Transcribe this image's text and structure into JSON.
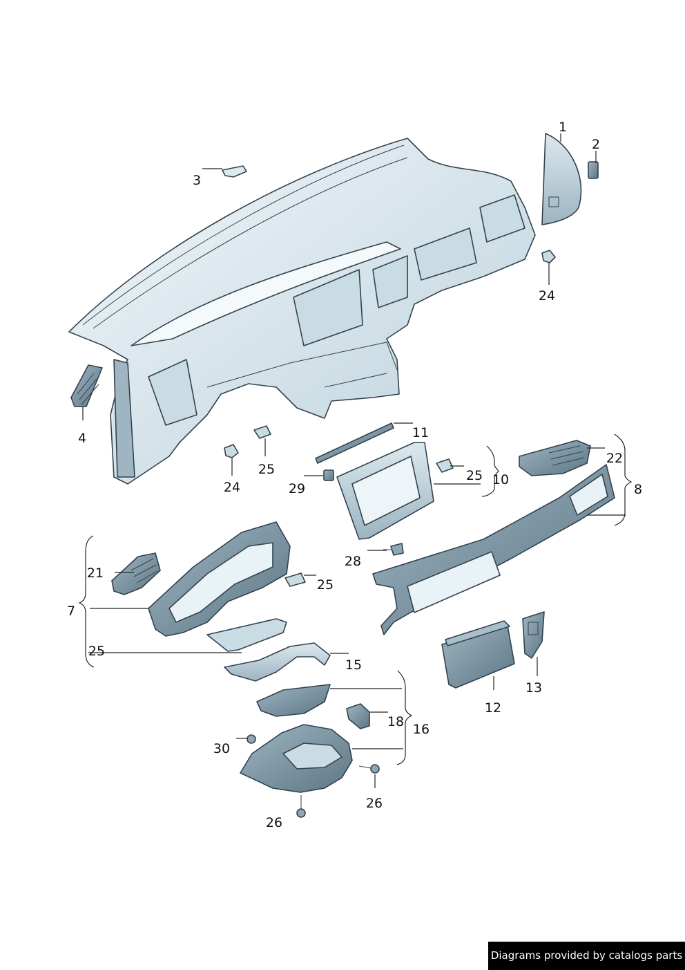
{
  "callouts": {
    "c1": "1",
    "c2": "2",
    "c3": "3",
    "c24a": "24",
    "c4": "4",
    "c24b": "24",
    "c25a": "25",
    "c11": "11",
    "c29": "29",
    "c25b": "25",
    "c10": "10",
    "c22": "22",
    "c8": "8",
    "c28": "28",
    "c21": "21",
    "c25c": "25",
    "c7": "7",
    "c25d": "25",
    "c15": "15",
    "c13": "13",
    "c12": "12",
    "c18": "18",
    "c16": "16",
    "c30": "30",
    "c26a": "26",
    "c26b": "26"
  },
  "credit": "Diagrams provided by catalogs parts",
  "colors": {
    "part_light": "#e4eff4",
    "part_mid": "#bdd2dc",
    "part_dark": "#6f8897",
    "outline": "#33414d"
  }
}
